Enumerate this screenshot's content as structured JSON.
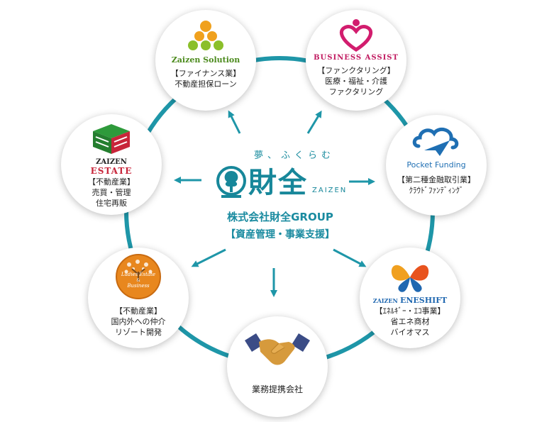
{
  "center": {
    "tagline": "夢、ふくらむ",
    "logo_kanji": "財全",
    "logo_roman": "ZAIZEN",
    "company": "株式会社財全GROUP",
    "business": "【資産管理・事業支援】"
  },
  "nodes": {
    "solution": {
      "brand": "Zaizen Solution",
      "lines": [
        "【ファイナンス業】",
        "不動産担保ローン"
      ]
    },
    "assist": {
      "brand": "BUSINESS ASSIST",
      "lines": [
        "【ファンクタリング】",
        "医療・福祉・介護",
        "ファクタリング"
      ]
    },
    "estate": {
      "brand_top": "ZAIZEN",
      "brand_bottom": "ESTATE",
      "lines": [
        "【不動産業】",
        "売買・管理",
        "住宅再販"
      ]
    },
    "pocket": {
      "brand": "Pocket Funding",
      "lines": [
        "【第二種金融取引業】",
        "ｸﾗｳﾄﾞﾌｧﾝﾃﾞｨﾝｸﾞ"
      ]
    },
    "ladies": {
      "brand_line1": "Ladies Estate",
      "brand_amp": "&",
      "brand_line2": "Business",
      "lines": [
        "【不動産業】",
        "国内外への仲介",
        "リゾート開発"
      ]
    },
    "eneshift": {
      "brand_prefix": "ZAIZEN",
      "brand_main": "ENESHIFT",
      "lines": [
        "【ｴﾈﾙｷﾞｰ・ｴｺ事業】",
        "省エネ商材",
        "バイオマス"
      ]
    },
    "partner": {
      "lines": [
        "業務提携会社"
      ]
    }
  },
  "colors": {
    "ring": "#1e96a8",
    "arrow": "#1e96a8",
    "zaizen_teal": "#17879a",
    "solution_green": "#8bbf2a",
    "solution_orange": "#f0a11e",
    "assist_pink": "#d21d6e",
    "pocket_blue": "#1f6fb3",
    "estate_green": "#2e9a3b",
    "estate_red": "#c8253a",
    "ladies_orange": "#e8871e",
    "eneshift_blue": "#1f67b0",
    "eneshift_orange": "#f0a020",
    "handshake_navy": "#3b4c86",
    "handshake_gold": "#d69a3c"
  },
  "icons": [
    "solution-dots-icon",
    "assist-heart-icon",
    "estate-building-icon",
    "pocket-cloud-plane-icon",
    "ladies-tree-icon",
    "eneshift-butterfly-icon",
    "handshake-icon",
    "zaizen-tree-logo-icon"
  ]
}
